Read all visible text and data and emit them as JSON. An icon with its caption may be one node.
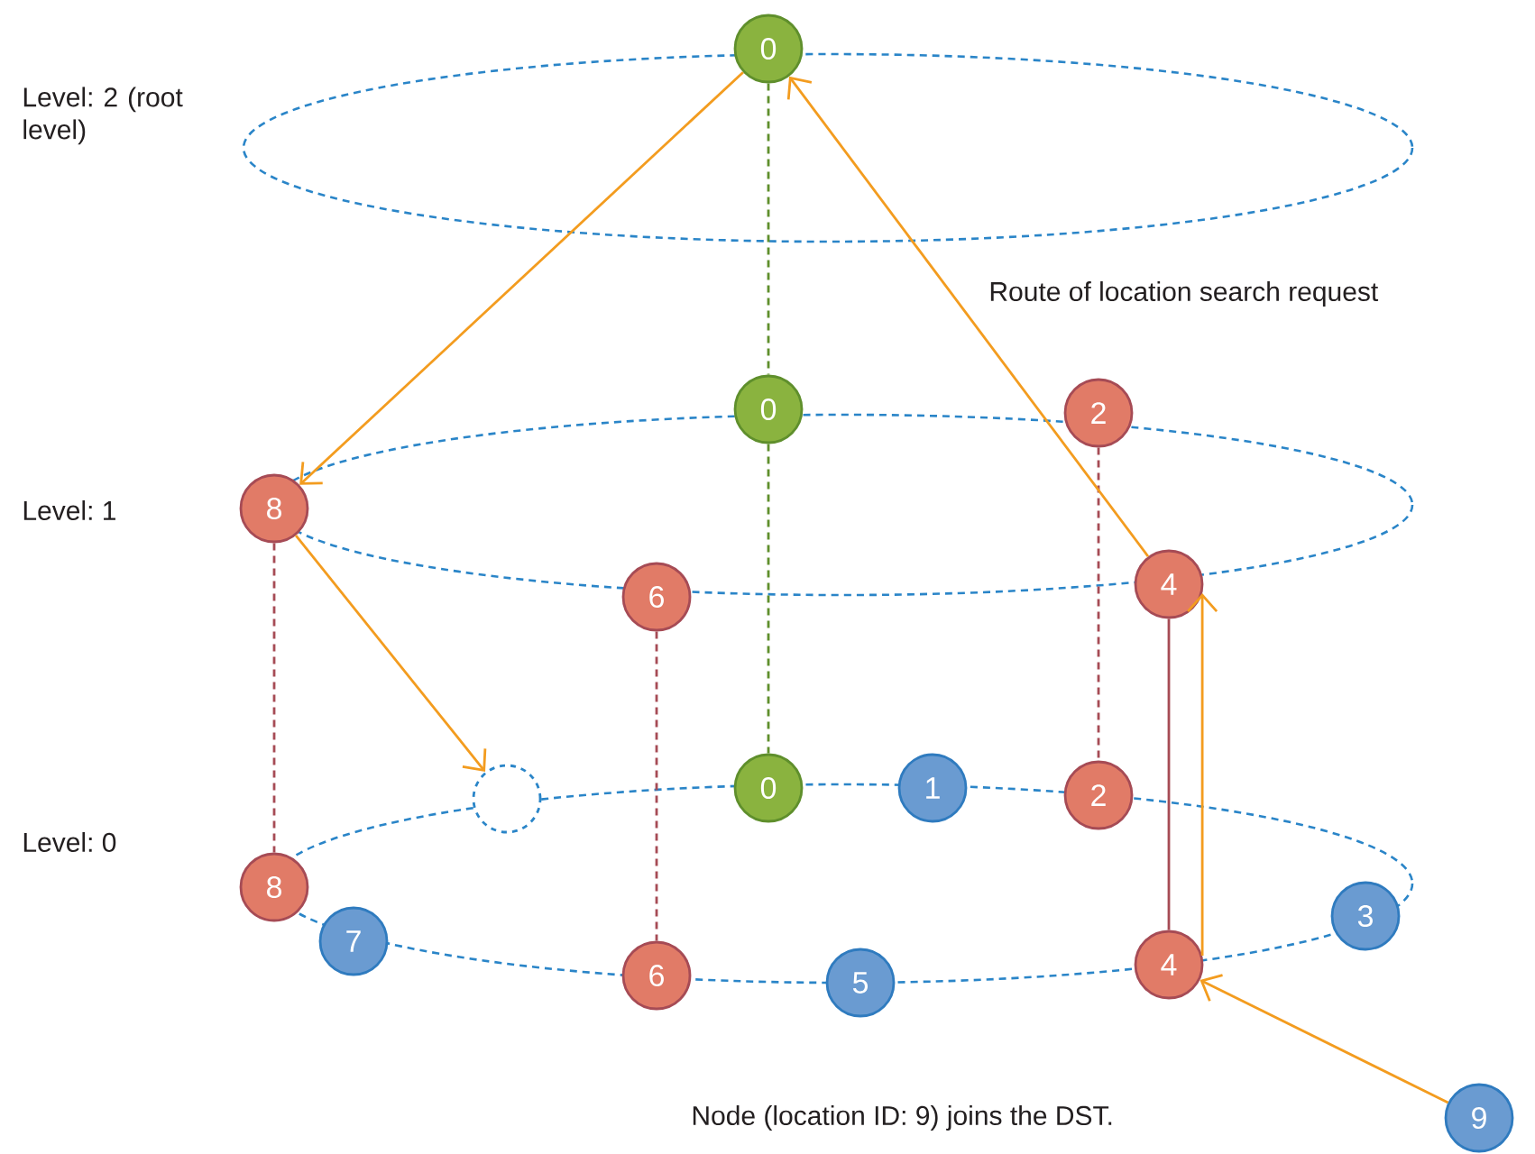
{
  "diagram": {
    "nodes": [
      {
        "text": [
          "0"
        ]
      },
      {
        "text": [
          "0"
        ]
      },
      {
        "text": [
          "2"
        ]
      },
      {
        "text": [
          "8"
        ]
      },
      {
        "text": [
          "6"
        ]
      },
      {
        "text": [
          "4"
        ]
      },
      {
        "text": [],
        "shape": "circle"
      },
      {
        "text": [
          "0"
        ]
      },
      {
        "text": [
          "1"
        ]
      },
      {
        "text": [
          "2"
        ]
      },
      {
        "text": [
          "8"
        ]
      },
      {
        "text": [
          "7"
        ]
      },
      {
        "text": [
          "3"
        ]
      },
      {
        "text": [
          "4"
        ]
      },
      {
        "text": [
          "6"
        ]
      },
      {
        "text": [
          "5"
        ]
      },
      {
        "text": [
          "9"
        ]
      }
    ],
    "edges": [
      {
        "from": 0,
        "to": 1,
        "arrow": "none",
        "style": "dashed",
        "color": "#5f8f2c"
      },
      {
        "from": 1,
        "to": 7,
        "arrow": "none",
        "style": "dashed",
        "color": "#5f8f2c"
      },
      {
        "from": 2,
        "to": 9,
        "arrow": "none",
        "style": "dashed",
        "color": "#a64b55"
      },
      {
        "from": 3,
        "to": 10,
        "arrow": "none",
        "style": "dashed",
        "color": "#a64b55"
      },
      {
        "from": 4,
        "to": 14,
        "arrow": "none",
        "style": "dashed",
        "color": "#a64b55"
      },
      {
        "from": 5,
        "to": 13,
        "arrow": "none",
        "color": "#a64b55"
      },
      {
        "from": 16,
        "to": 13,
        "arrow": "to"
      },
      {
        "from": 13,
        "to": 5,
        "arrow": "to"
      },
      {
        "from": 5,
        "to": 0,
        "arrow": "to"
      },
      {
        "from": 0,
        "to": 3,
        "arrow": "to"
      },
      {
        "from": 3,
        "to": 6,
        "arrow": "to"
      }
    ],
    "labels": [
      "Level: 2 (root level)",
      "Level: 1",
      "Level: 0",
      "Route of location search request",
      "Node (location ID: 9) joins the DST."
    ]
  }
}
